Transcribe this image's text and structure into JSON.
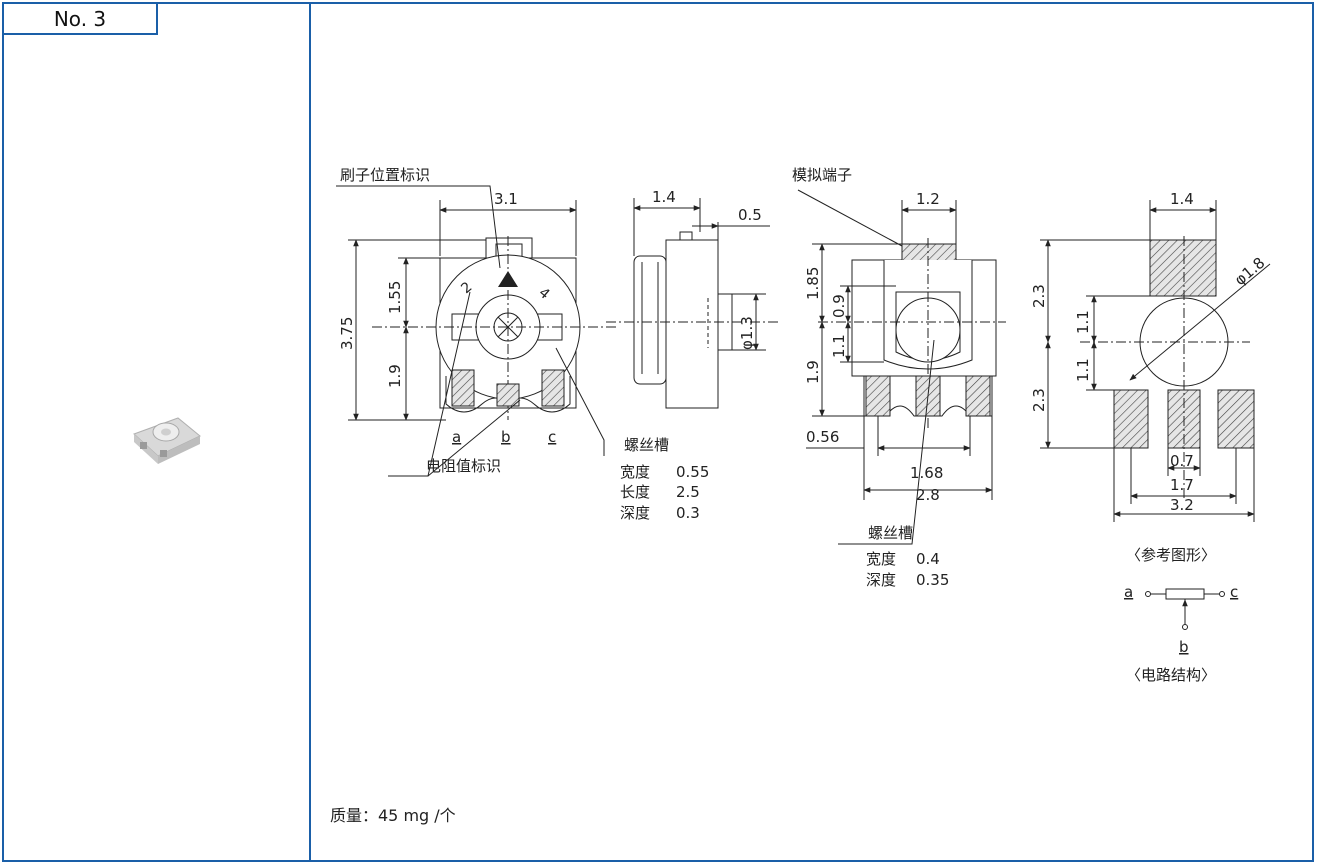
{
  "header": {
    "number_label": "No. 3"
  },
  "footer": {
    "weight": "质量：45 mg /个"
  },
  "labels": {
    "wiper_mark": "刷子位置标识",
    "resistance_mark": "电阻值标识",
    "screw_slot_1": "螺丝槽",
    "width_1": "宽度",
    "width_1_val": "0.55",
    "length_1": "长度",
    "length_1_val": "2.5",
    "depth_1": "深度",
    "depth_1_val": "0.3",
    "analog_terminal": "模拟端子",
    "screw_slot_2": "螺丝槽",
    "width_2": "宽度",
    "width_2_val": "0.4",
    "depth_2": "深度",
    "depth_2_val": "0.35",
    "reference_pattern": "〈参考图形〉",
    "circuit_structure": "〈电路结构〉",
    "pin_a": "a",
    "pin_b": "b",
    "pin_c": "c",
    "circ_a": "a",
    "circ_b": "b",
    "circ_c": "c",
    "dial_2": "2",
    "dial_4": "4"
  },
  "dimensions": {
    "front_width": "3.1",
    "front_height": "3.75",
    "front_upper": "1.55",
    "front_lower": "1.9",
    "side_width": "1.4",
    "side_protrusion": "0.5",
    "side_diameter": "φ1.3",
    "bottom_tab": "1.2",
    "bottom_h1": "1.85",
    "bottom_h2": "0.9",
    "bottom_h3": "1.1",
    "bottom_h4": "1.9",
    "bottom_left": "0.56",
    "bottom_pitch": "1.68",
    "bottom_width": "2.8",
    "pad_top_width": "1.4",
    "pad_diameter": "φ1.8",
    "pad_h_upper": "2.3",
    "pad_h_mid1": "1.1",
    "pad_h_mid2": "1.1",
    "pad_h_lower": "2.3",
    "pad_small": "0.7",
    "pad_pitch": "1.7",
    "pad_total": "3.2"
  }
}
